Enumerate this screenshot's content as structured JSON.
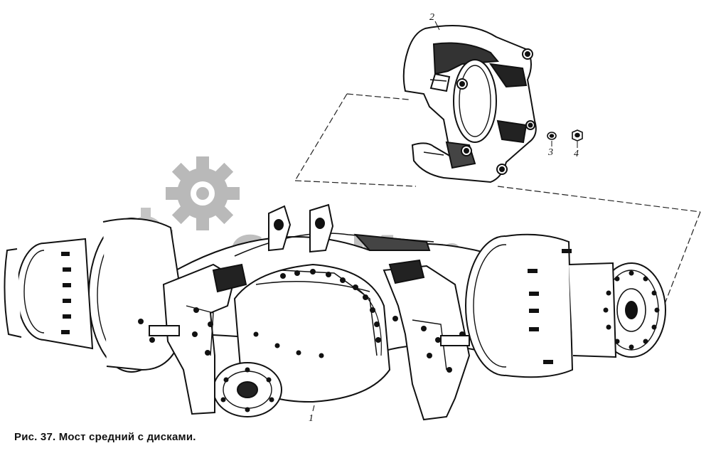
{
  "caption": "Рис. 37. Мост средний с дисками.",
  "callouts": {
    "c1": "1",
    "c2": "2",
    "c3": "3",
    "c4": "4"
  },
  "watermark": {
    "text": "CarsMan",
    "icon": "gear-icon",
    "color": "#8c8c8c"
  },
  "colors": {
    "ink": "#111111",
    "background": "#ffffff"
  }
}
